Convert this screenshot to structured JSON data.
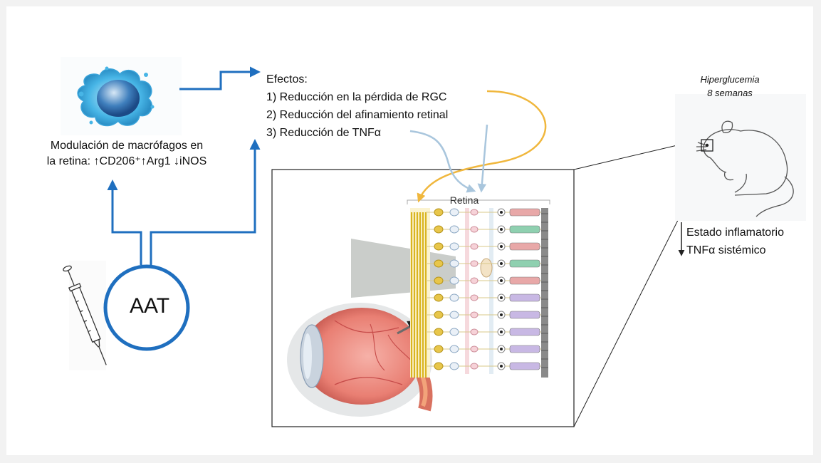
{
  "modulation": {
    "line1": "Modulación de macrófagos en",
    "line2": "la retina: ↑CD206⁺↑Arg1 ↓iNOS"
  },
  "effects": {
    "heading": "Efectos:",
    "items": [
      "1) Reducción en la pérdida de RGC",
      "2) Reducción del afinamiento retinal",
      "3) Reducción de TNFα"
    ]
  },
  "model": {
    "condition": "Hiperglucemia",
    "duration": "8 semanas"
  },
  "outcomes": {
    "line1": "Estado inflamatorio",
    "line2": "TNFα sistémico"
  },
  "treatment": {
    "label": "AAT"
  },
  "retina": {
    "label": "Retina"
  },
  "colors": {
    "flow_arrow": "#1f6fbf",
    "rgc_arrow": "#f0b73d",
    "tnf_arrow": "#a9c6dd",
    "ganglion": "#d9b520"
  },
  "icons": [
    "macrophage-icon",
    "syringe-icon",
    "mouse-icon",
    "eye-icon",
    "retina-layers-icon"
  ]
}
